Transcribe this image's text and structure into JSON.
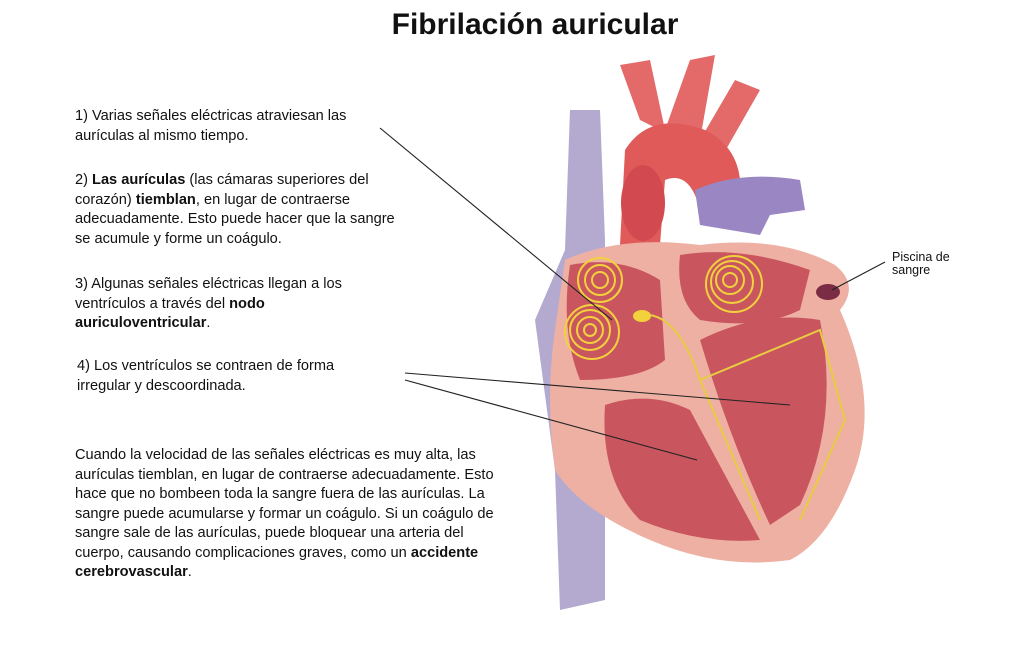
{
  "title": "Fibrilación auricular",
  "steps": [
    {
      "segments": [
        {
          "text": "1) Varias señales eléctricas atraviesan las aurículas al mismo tiempo.",
          "bold": false
        }
      ]
    },
    {
      "segments": [
        {
          "text": "2) ",
          "bold": false
        },
        {
          "text": "Las aurículas",
          "bold": true
        },
        {
          "text": " (las cámaras superiores del corazón) ",
          "bold": false
        },
        {
          "text": "tiemblan",
          "bold": true
        },
        {
          "text": ", en lugar de contraerse adecuadamente. Esto puede hacer que la sangre se acumule y forme un coágulo.",
          "bold": false
        }
      ]
    },
    {
      "segments": [
        {
          "text": "3) Algunas señales eléctricas llegan a los ventrículos a través del ",
          "bold": false
        },
        {
          "text": "nodo auriculoventricular",
          "bold": true
        },
        {
          "text": ".",
          "bold": false
        }
      ]
    },
    {
      "segments": [
        {
          "text": "4) Los ventrículos se contraen de forma irregular y descoordinada.",
          "bold": false
        }
      ]
    },
    {
      "segments": [
        {
          "text": "Cuando la velocidad de las señales eléctricas es muy alta, las aurículas tiemblan, en lugar de contraerse adecuadamente. Esto hace que no bombeen toda la sangre fuera de las aurículas. La sangre puede acumularse y formar un coágulo. Si un coágulo de sangre sale de las aurículas, puede bloquear una arteria del cuerpo, causando complicaciones graves, como un ",
          "bold": false
        },
        {
          "text": "accidente cerebrovascular",
          "bold": true
        },
        {
          "text": ".",
          "bold": false
        }
      ]
    }
  ],
  "labels": {
    "blood_pool": "Piscina de sangre"
  },
  "colors": {
    "muscle": "#e9a295",
    "chamber": "#c7535f",
    "artery": "#e0595a",
    "vein": "#9b8dc0",
    "signal": "#f2d23c"
  }
}
